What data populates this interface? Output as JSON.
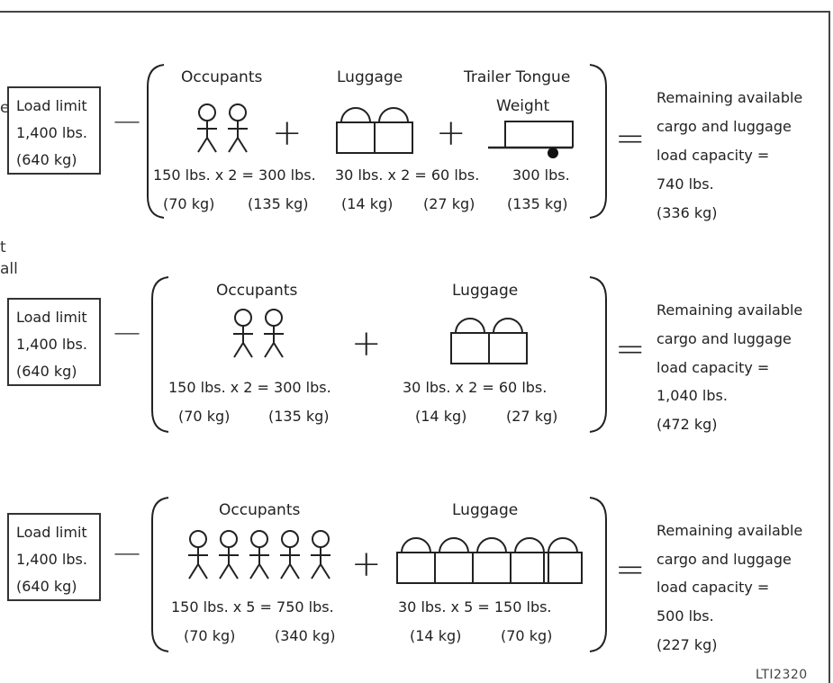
{
  "left_fragments": [
    "e",
    "t",
    "all"
  ],
  "rows": [
    {
      "load_limit": [
        "Load limit",
        "1,400 lbs.",
        "(640 kg)"
      ],
      "occupants": {
        "label": "Occupants",
        "calc": "150 lbs. x 2 = 300 lbs.",
        "kg_each": "(70 kg)",
        "kg_total": "(135 kg)"
      },
      "luggage": {
        "label": "Luggage",
        "calc": "30 lbs. x 2 = 60 lbs.",
        "kg_each": "(14 kg)",
        "kg_total": "(27 kg)"
      },
      "trailer": {
        "label_1": "Trailer Tongue",
        "label_2": "Weight",
        "lbs": "300 lbs.",
        "kg": "(135 kg)"
      },
      "result": [
        "Remaining available",
        "cargo and luggage",
        "load capacity =",
        "740 lbs.",
        "(336 kg)"
      ]
    },
    {
      "load_limit": [
        "Load limit",
        "1,400 lbs.",
        "(640 kg)"
      ],
      "occupants": {
        "label": "Occupants",
        "calc": "150 lbs. x 2 = 300 lbs.",
        "kg_each": "(70 kg)",
        "kg_total": "(135 kg)"
      },
      "luggage": {
        "label": "Luggage",
        "calc": "30 lbs. x 2 = 60 lbs.",
        "kg_each": "(14 kg)",
        "kg_total": "(27 kg)"
      },
      "result": [
        "Remaining available",
        "cargo and luggage",
        "load capacity =",
        "1,040 lbs.",
        "(472 kg)"
      ]
    },
    {
      "load_limit": [
        "Load limit",
        "1,400 lbs.",
        "(640 kg)"
      ],
      "occupants": {
        "label": "Occupants",
        "calc": "150 lbs. x 5 = 750 lbs.",
        "kg_each": "(70 kg)",
        "kg_total": "(340 kg)"
      },
      "luggage": {
        "label": "Luggage",
        "calc": "30 lbs. x 5 = 150 lbs.",
        "kg_each": "(14 kg)",
        "kg_total": "(70 kg)"
      },
      "result": [
        "Remaining available",
        "cargo and luggage",
        "load capacity =",
        "500 lbs.",
        "(227 kg)"
      ]
    }
  ],
  "operators": {
    "minus": "—",
    "plus": "+",
    "equals": "="
  },
  "figure_code": "LTI2320",
  "icons": {
    "person": "person-icon",
    "luggage": "luggage-icon",
    "trailer": "trailer-hitch-icon"
  }
}
